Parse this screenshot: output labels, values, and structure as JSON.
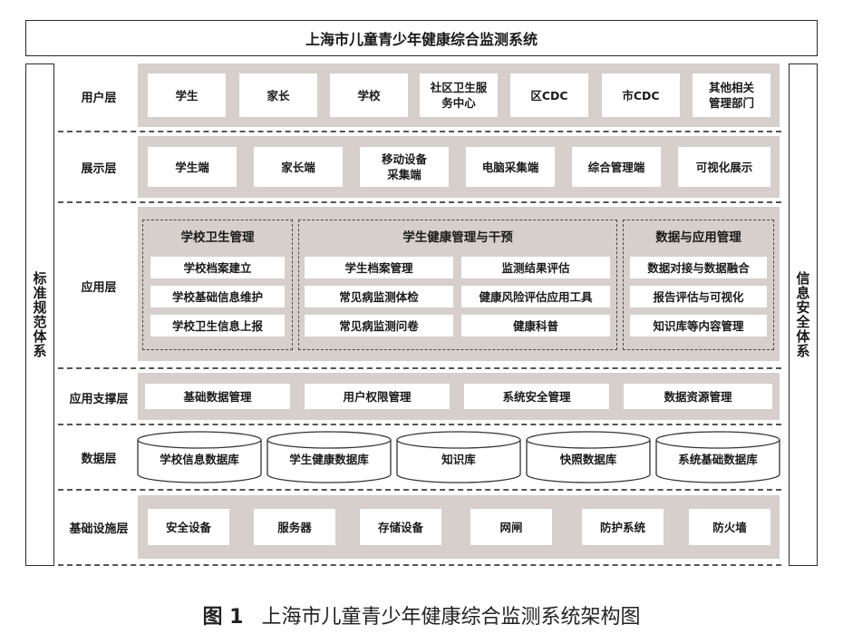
{
  "title": "上海市儿童青少年健康综合监测系统",
  "left_side": "标准规范体系",
  "right_side": "信息安全体系",
  "layers": {
    "user": {
      "label": "用户层",
      "items": [
        "学生",
        "家长",
        "学校",
        "社区卫生服\n务中心",
        "区CDC",
        "市CDC",
        "其他相关\n管理部门"
      ]
    },
    "display": {
      "label": "展示层",
      "items": [
        "学生端",
        "家长端",
        "移动设备\n采集端",
        "电脑采集端",
        "综合管理端",
        "可视化展示"
      ]
    },
    "application": {
      "label": "应用层",
      "groups": [
        {
          "title": "学校卫生管理",
          "items": [
            "学校档案建立",
            "学校基础信息维护",
            "学校卫生信息上报"
          ]
        },
        {
          "title": "学生健康管理与干预",
          "items": [
            "学生档案管理",
            "监测结果评估",
            "常见病监测体检",
            "健康风险评估应用工具",
            "常见病监测问卷",
            "健康科普"
          ]
        },
        {
          "title": "数据与应用管理",
          "items": [
            "数据对接与数据融合",
            "报告评估与可视化",
            "知识库等内容管理"
          ]
        }
      ]
    },
    "support": {
      "label": "应用支撑层",
      "items": [
        "基础数据管理",
        "用户权限管理",
        "系统安全管理",
        "数据资源管理"
      ]
    },
    "data": {
      "label": "数据层",
      "items": [
        "学校信息数据库",
        "学生健康数据库",
        "知识库",
        "快照数据库",
        "系统基础数据库"
      ]
    },
    "infra": {
      "label": "基础设施层",
      "items": [
        "安全设备",
        "服务器",
        "存储设备",
        "网闸",
        "防护系统",
        "防火墙"
      ]
    }
  },
  "caption": {
    "figure": "图 1",
    "text": "上海市儿童青少年健康综合监测系统架构图"
  }
}
